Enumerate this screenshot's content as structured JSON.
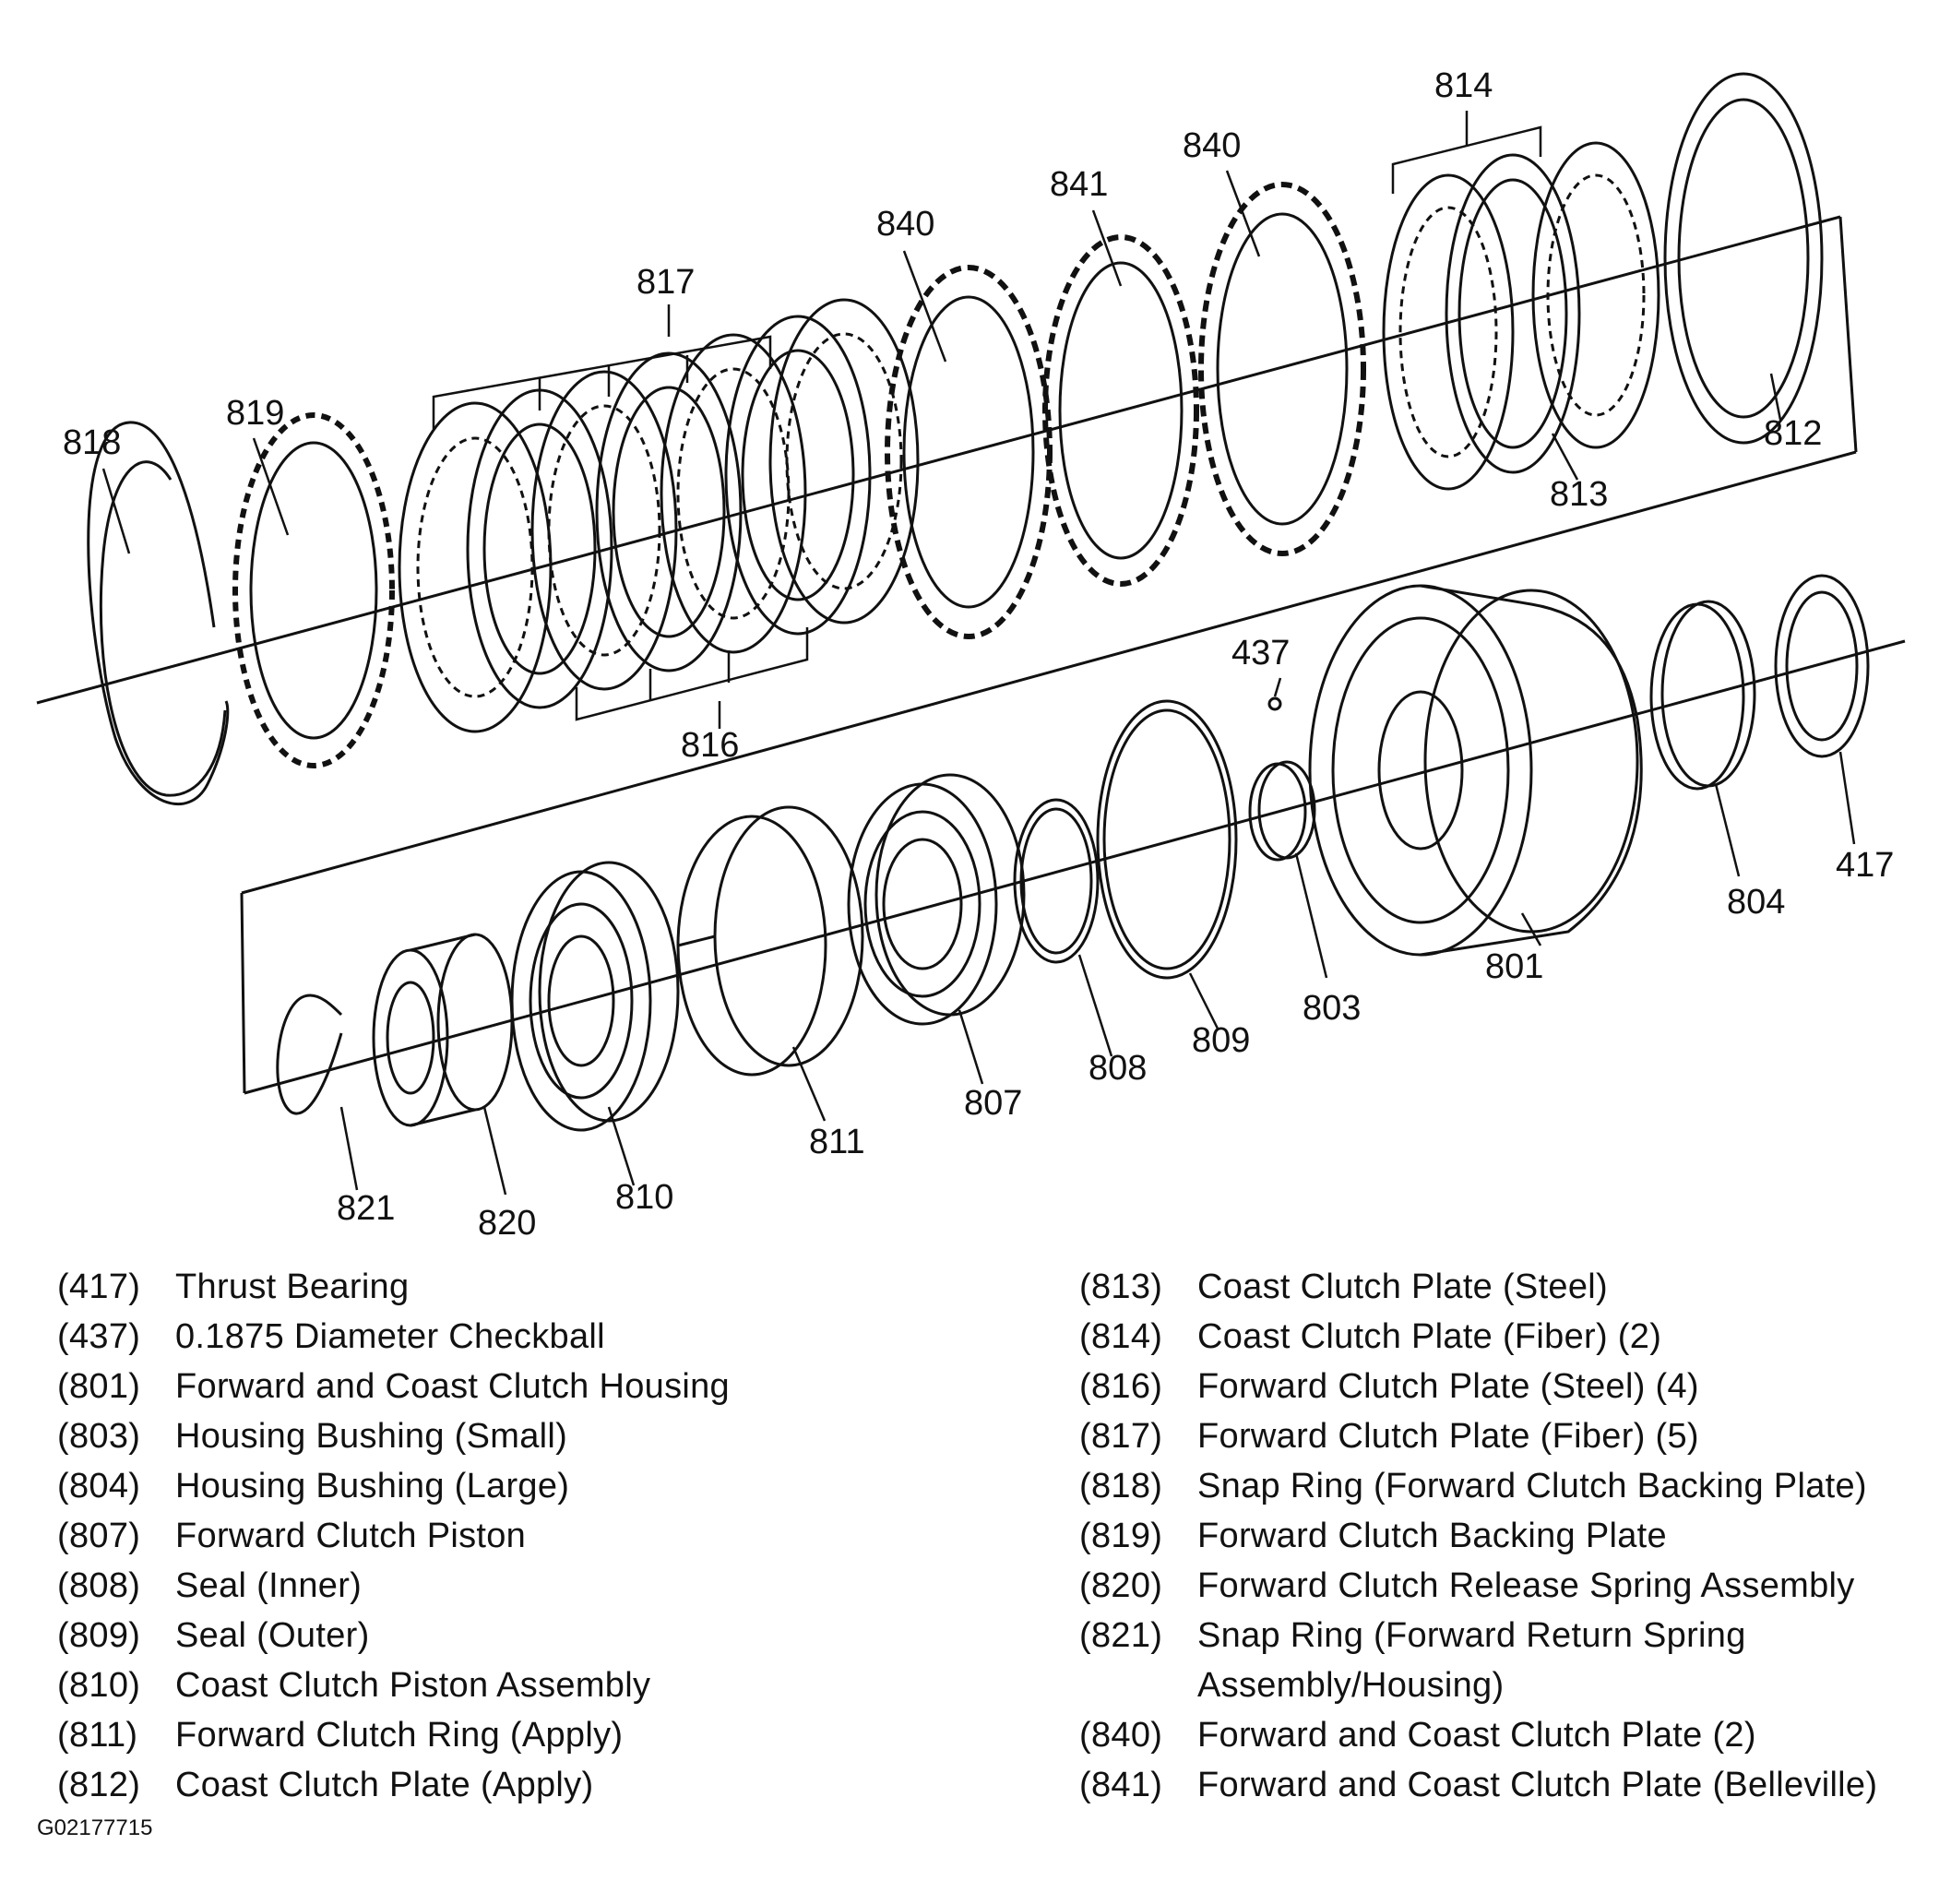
{
  "callouts": {
    "c818": "818",
    "c819": "819",
    "c817": "817",
    "c840a": "840",
    "c841": "841",
    "c840b": "840",
    "c814": "814",
    "c812": "812",
    "c813": "813",
    "c816": "816",
    "c437": "437",
    "c821": "821",
    "c820": "820",
    "c810": "810",
    "c811": "811",
    "c807": "807",
    "c808": "808",
    "c809": "809",
    "c803": "803",
    "c801": "801",
    "c804": "804",
    "c417": "417"
  },
  "legend_left": [
    {
      "num": "(417)",
      "desc": "Thrust Bearing"
    },
    {
      "num": "(437)",
      "desc": "0.1875 Diameter Checkball"
    },
    {
      "num": "(801)",
      "desc": "Forward and Coast Clutch Housing"
    },
    {
      "num": "(803)",
      "desc": "Housing Bushing (Small)"
    },
    {
      "num": "(804)",
      "desc": "Housing Bushing (Large)"
    },
    {
      "num": "(807)",
      "desc": "Forward Clutch Piston"
    },
    {
      "num": "(808)",
      "desc": "Seal (Inner)"
    },
    {
      "num": "(809)",
      "desc": "Seal (Outer)"
    },
    {
      "num": "(810)",
      "desc": "Coast Clutch Piston Assembly"
    },
    {
      "num": "(811)",
      "desc": "Forward Clutch Ring (Apply)"
    },
    {
      "num": "(812)",
      "desc": "Coast Clutch Plate (Apply)"
    }
  ],
  "legend_right": [
    {
      "num": "(813)",
      "desc": "Coast Clutch Plate (Steel)"
    },
    {
      "num": "(814)",
      "desc": "Coast Clutch Plate (Fiber) (2)"
    },
    {
      "num": "(816)",
      "desc": "Forward Clutch Plate (Steel) (4)"
    },
    {
      "num": "(817)",
      "desc": "Forward Clutch Plate (Fiber) (5)"
    },
    {
      "num": "(818)",
      "desc": "Snap Ring (Forward Clutch Backing Plate)"
    },
    {
      "num": "(819)",
      "desc": "Forward Clutch Backing Plate"
    },
    {
      "num": "(820)",
      "desc": "Forward Clutch Release Spring Assembly"
    },
    {
      "num": "(821)",
      "desc": "Snap Ring (Forward Return Spring\nAssembly/Housing)"
    },
    {
      "num": "(840)",
      "desc": "Forward and Coast Clutch Plate (2)"
    },
    {
      "num": "(841)",
      "desc": "Forward and Coast Clutch Plate (Belleville)"
    }
  ],
  "figure_id": "G02177715"
}
